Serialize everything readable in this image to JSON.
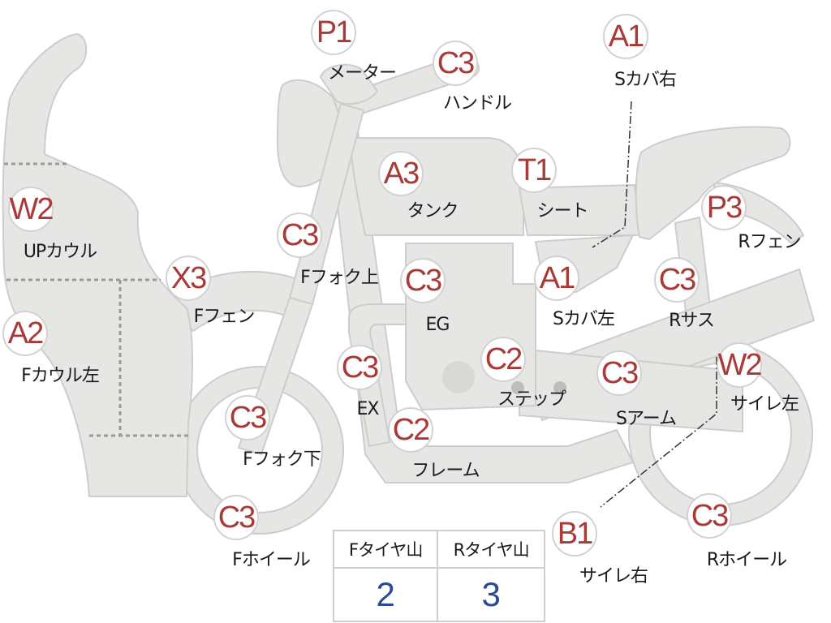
{
  "parts": [
    {
      "code": "P1",
      "label": "メーター"
    },
    {
      "code": "C3",
      "label": "ハンドル"
    },
    {
      "code": "A1",
      "label": "Sカバ右"
    },
    {
      "code": "W2",
      "label": "UPカウル"
    },
    {
      "code": "A3",
      "label": "タンク"
    },
    {
      "code": "T1",
      "label": "シート"
    },
    {
      "code": "C3",
      "label": "Fフォク上"
    },
    {
      "code": "P3",
      "label": "Rフェン"
    },
    {
      "code": "X3",
      "label": "Fフェン"
    },
    {
      "code": "C3",
      "label": "EG"
    },
    {
      "code": "A1",
      "label": "Sカバ左"
    },
    {
      "code": "C3",
      "label": "Rサス"
    },
    {
      "code": "A2",
      "label": "Fカウル左"
    },
    {
      "code": "C3",
      "label": "EX"
    },
    {
      "code": "C2",
      "label": "ステップ"
    },
    {
      "code": "C3",
      "label": "Sアーム"
    },
    {
      "code": "W2",
      "label": "サイレ左"
    },
    {
      "code": "C3",
      "label": "Fフォク下"
    },
    {
      "code": "C2",
      "label": "フレーム"
    },
    {
      "code": "C3",
      "label": "Fホイール"
    },
    {
      "code": "B1",
      "label": "サイレ右"
    },
    {
      "code": "C3",
      "label": "Rホイール"
    }
  ],
  "tire_table": {
    "headers": [
      "Fタイヤ山",
      "Rタイヤ山"
    ],
    "values": [
      "2",
      "3"
    ]
  },
  "colors": {
    "part_fill": "#e6e6e4",
    "part_stroke": "#cdcdcb",
    "code_text": "#a83a38",
    "value_text": "#2b4a93"
  }
}
